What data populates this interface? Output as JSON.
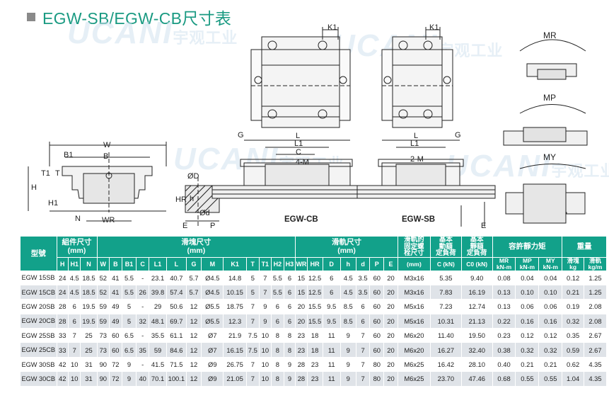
{
  "title": "EGW-SB/EGW-CB尺寸表",
  "watermark": {
    "brand": "UCANI",
    "cn": "宇观工业"
  },
  "drawing_labels": {
    "K1": "K1",
    "W": "W",
    "B1": "B1",
    "B": "B",
    "T1": "T1",
    "T": "T",
    "H": "H",
    "H1": "H1",
    "N": "N",
    "WR": "WR",
    "D": "ØD",
    "HR": "HR",
    "h": "h",
    "d": "Ød",
    "E": "E",
    "P": "P",
    "G": "G",
    "L": "L",
    "L1": "L1",
    "C": "C",
    "M4": "4-M",
    "M2": "2-M",
    "cb": "EGW-CB",
    "sb": "EGW-SB",
    "MR": "MR",
    "MP": "MP",
    "MY": "MY"
  },
  "table": {
    "group_headers": {
      "model": "型號",
      "assembly": "組件尺寸\n(mm)",
      "block": "滑塊尺寸\n(mm)",
      "rail": "滑軌尺寸\n(mm)",
      "bolt": "滑軌的\n固定螺\n栓尺寸",
      "bolt_unit": "(mm)",
      "dyn": "基本\n動額\n定負荷",
      "dyn_unit": "C (kN)",
      "stat": "基本\n靜額\n定負荷",
      "stat_unit": "C0 (kN)",
      "moment": "容許靜力矩",
      "weight": "重量"
    },
    "sub_headers": [
      "H",
      "H1",
      "N",
      "W",
      "B",
      "B1",
      "C",
      "L1",
      "L",
      "G",
      "M",
      "K1",
      "T",
      "T1",
      "H2",
      "H3",
      "WR",
      "HR",
      "D",
      "h",
      "d",
      "P",
      "E"
    ],
    "moment_sub": [
      {
        "k": "MR",
        "u": "kN-m"
      },
      {
        "k": "MP",
        "u": "kN-m"
      },
      {
        "k": "MY",
        "u": "kN-m"
      }
    ],
    "weight_sub": [
      {
        "k": "滑塊",
        "u": "kg"
      },
      {
        "k": "滑軌",
        "u": "kg/m"
      }
    ],
    "rows": [
      [
        "EGW 15SB",
        "24",
        "4.5",
        "18.5",
        "52",
        "41",
        "5.5",
        "-",
        "23.1",
        "40.7",
        "5.7",
        "Ø4.5",
        "14.8",
        "5",
        "7",
        "5.5",
        "6",
        "15",
        "12.5",
        "6",
        "4.5",
        "3.5",
        "60",
        "20",
        "M3x16",
        "5.35",
        "9.40",
        "0.08",
        "0.04",
        "0.04",
        "0.12",
        "1.25"
      ],
      [
        "EGW 15CB",
        "24",
        "4.5",
        "18.5",
        "52",
        "41",
        "5.5",
        "26",
        "39.8",
        "57.4",
        "5.7",
        "Ø4.5",
        "10.15",
        "5",
        "7",
        "5.5",
        "6",
        "15",
        "12.5",
        "6",
        "4.5",
        "3.5",
        "60",
        "20",
        "M3x16",
        "7.83",
        "16.19",
        "0.13",
        "0.10",
        "0.10",
        "0.21",
        "1.25"
      ],
      [
        "EGW 20SB",
        "28",
        "6",
        "19.5",
        "59",
        "49",
        "5",
        "-",
        "29",
        "50.6",
        "12",
        "Ø5.5",
        "18.75",
        "7",
        "9",
        "6",
        "6",
        "20",
        "15.5",
        "9.5",
        "8.5",
        "6",
        "60",
        "20",
        "M5x16",
        "7.23",
        "12.74",
        "0.13",
        "0.06",
        "0.06",
        "0.19",
        "2.08"
      ],
      [
        "EGW 20CB",
        "28",
        "6",
        "19.5",
        "59",
        "49",
        "5",
        "32",
        "48.1",
        "69.7",
        "12",
        "Ø5.5",
        "12.3",
        "7",
        "9",
        "6",
        "6",
        "20",
        "15.5",
        "9.5",
        "8.5",
        "6",
        "60",
        "20",
        "M5x16",
        "10.31",
        "21.13",
        "0.22",
        "0.16",
        "0.16",
        "0.32",
        "2.08"
      ],
      [
        "EGW 25SB",
        "33",
        "7",
        "25",
        "73",
        "60",
        "6.5",
        "-",
        "35.5",
        "61.1",
        "12",
        "Ø7",
        "21.9",
        "7.5",
        "10",
        "8",
        "8",
        "23",
        "18",
        "11",
        "9",
        "7",
        "60",
        "20",
        "M6x20",
        "11.40",
        "19.50",
        "0.23",
        "0.12",
        "0.12",
        "0.35",
        "2.67"
      ],
      [
        "EGW 25CB",
        "33",
        "7",
        "25",
        "73",
        "60",
        "6.5",
        "35",
        "59",
        "84.6",
        "12",
        "Ø7",
        "16.15",
        "7.5",
        "10",
        "8",
        "8",
        "23",
        "18",
        "11",
        "9",
        "7",
        "60",
        "20",
        "M6x20",
        "16.27",
        "32.40",
        "0.38",
        "0.32",
        "0.32",
        "0.59",
        "2.67"
      ],
      [
        "EGW 30SB",
        "42",
        "10",
        "31",
        "90",
        "72",
        "9",
        "-",
        "41.5",
        "71.5",
        "12",
        "Ø9",
        "26.75",
        "7",
        "10",
        "8",
        "9",
        "28",
        "23",
        "11",
        "9",
        "7",
        "80",
        "20",
        "M6x25",
        "16.42",
        "28.10",
        "0.40",
        "0.21",
        "0.21",
        "0.62",
        "4.35"
      ],
      [
        "EGW 30CB",
        "42",
        "10",
        "31",
        "90",
        "72",
        "9",
        "40",
        "70.1",
        "100.1",
        "12",
        "Ø9",
        "21.05",
        "7",
        "10",
        "8",
        "9",
        "28",
        "23",
        "11",
        "9",
        "7",
        "80",
        "20",
        "M6x25",
        "23.70",
        "47.46",
        "0.68",
        "0.55",
        "0.55",
        "1.04",
        "4.35"
      ]
    ]
  }
}
